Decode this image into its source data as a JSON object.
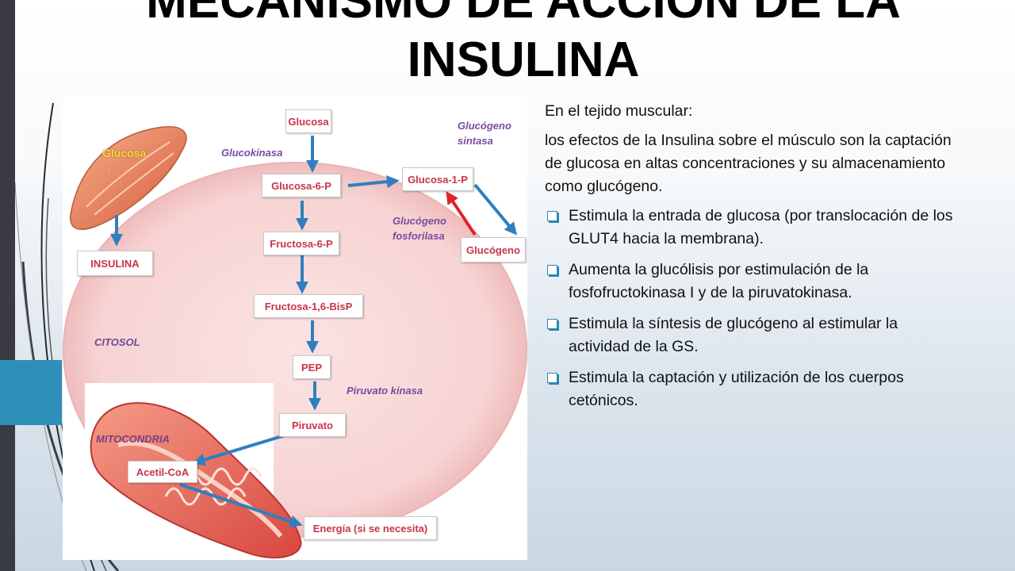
{
  "slide": {
    "title_line1": "MECANISMO DE ACCIÓN  DE LA",
    "title_line2": "INSULINA"
  },
  "diagram": {
    "boxes": {
      "glucosa": "Glucosa",
      "glucosa6p": "Glucosa-6-P",
      "glucosa1p": "Glucosa-1-P",
      "fructosa6p": "Fructosa-6-P",
      "fructosa16": "Fructosa-1,6-BisP",
      "pep": "PEP",
      "piruvato": "Piruvato",
      "acetilcoa": "Acetil-CoA",
      "energia": "Energía (si se necesita)",
      "glucogeno": "Glucógeno",
      "insulina": "INSULINA"
    },
    "enzymes": {
      "glucokinasa": "Glucokinasa",
      "glucogeno_sintasa_1": "Glucógeno",
      "glucogeno_sintasa_2": "sintasa",
      "glucogeno_fosforilasa_1": "Glucógeno",
      "glucogeno_fosforilasa_2": "fosforilasa",
      "piruvato_kinasa": "Piruvato kinasa"
    },
    "labels": {
      "citosol": "CITOSOL",
      "mitocondria": "MITOCONDRIA",
      "muscle_glucosa": "Glucosa",
      "muscle_arrow": "↑"
    },
    "colors": {
      "arrow_blue": "#2f7fc0",
      "arrow_red": "#e0242c",
      "box_text": "#c8344a",
      "enzyme_text": "#7a4aa0"
    }
  },
  "content": {
    "heading": "En el tejido muscular:",
    "intro": "los efectos de la Insulina sobre el músculo son la captación de glucosa en altas concentraciones y su almacenamiento como glucógeno.",
    "bullets": [
      "Estimula la entrada de glucosa (por translocación de los GLUT4 hacia la membrana).",
      "Aumenta la glucólisis por estimulación de la fosfofructokinasa I y de la piruvatokinasa.",
      "Estimula la síntesis de glucógeno al estimular la actividad de la GS.",
      "Estimula la captación y utilización de los cuerpos cetónicos."
    ]
  }
}
